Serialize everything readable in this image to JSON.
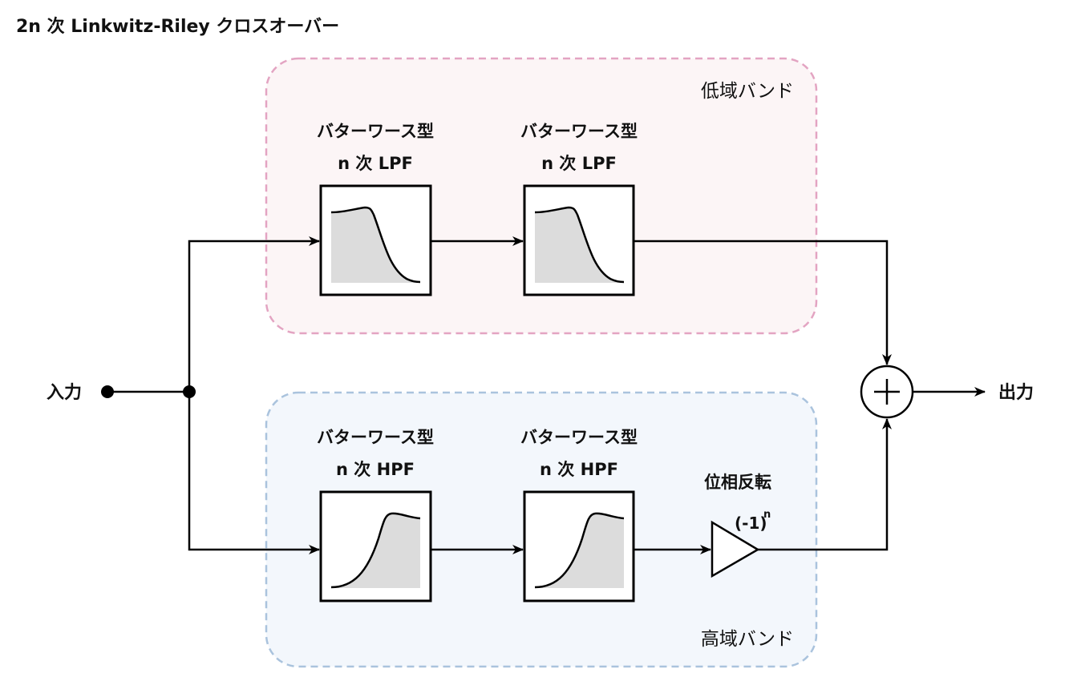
{
  "title": "2n 次 Linkwitz-Riley クロスオーバー",
  "input_label": "入力",
  "output_label": "出力",
  "bands": {
    "low": {
      "label": "低域バンド",
      "color": "#d9649a",
      "border_color": "#e3a4c2",
      "fill_color": "#fcf5f6",
      "filters": [
        {
          "line1": "バターワース型",
          "line2": "n 次 LPF",
          "type": "lowpass"
        },
        {
          "line1": "バターワース型",
          "line2": "n 次 LPF",
          "type": "lowpass"
        }
      ]
    },
    "high": {
      "label": "高域バンド",
      "color": "#5b8fc6",
      "border_color": "#aac3dd",
      "fill_color": "#f3f7fc",
      "filters": [
        {
          "line1": "バターワース型",
          "line2": "n 次 HPF",
          "type": "highpass"
        },
        {
          "line1": "バターワース型",
          "line2": "n 次 HPF",
          "type": "highpass"
        }
      ],
      "inverter": {
        "label": "位相反転",
        "gain_base": "(-1)",
        "gain_exponent": "n"
      }
    }
  },
  "summer": {
    "symbol": "plus-icon"
  }
}
